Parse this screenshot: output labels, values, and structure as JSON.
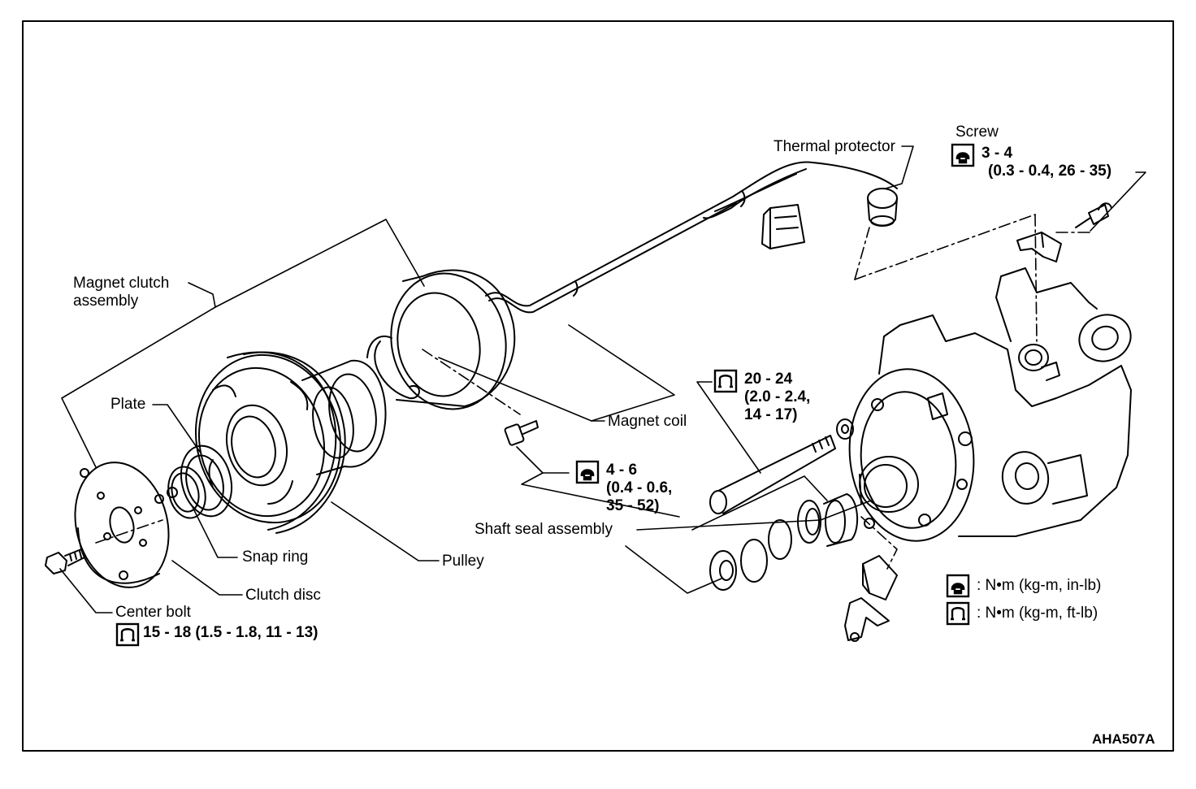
{
  "labels": {
    "magnet_clutch_assembly": [
      "Magnet clutch",
      "assembly"
    ],
    "plate": "Plate",
    "snap_ring": "Snap ring",
    "pulley": "Pulley",
    "clutch_disc": "Clutch disc",
    "center_bolt": "Center bolt",
    "center_bolt_torque": "15 - 18 (1.5 - 1.8, 11 - 13)",
    "magnet_coil": "Magnet coil",
    "coil_bolt_torque": [
      "4 - 6",
      "(0.4 - 0.6,",
      "35 - 52)"
    ],
    "shaft_seal_assembly": "Shaft seal assembly",
    "through_bolt_torque": [
      "20 - 24",
      "(2.0 - 2.4,",
      "14 - 17)"
    ],
    "thermal_protector": "Thermal protector",
    "screw": "Screw",
    "screw_torque": [
      "3 - 4",
      "(0.3 - 0.4, 26 - 35)"
    ],
    "legend_small_wrench": ": N•m (kg-m, in-lb)",
    "legend_large_wrench": ": N•m (kg-m, ft-lb)",
    "figure_code": "AHA507A"
  },
  "icons": {
    "small_torque": "torque-wrench-in-lb-icon",
    "large_torque": "torque-wrench-ft-lb-icon"
  }
}
